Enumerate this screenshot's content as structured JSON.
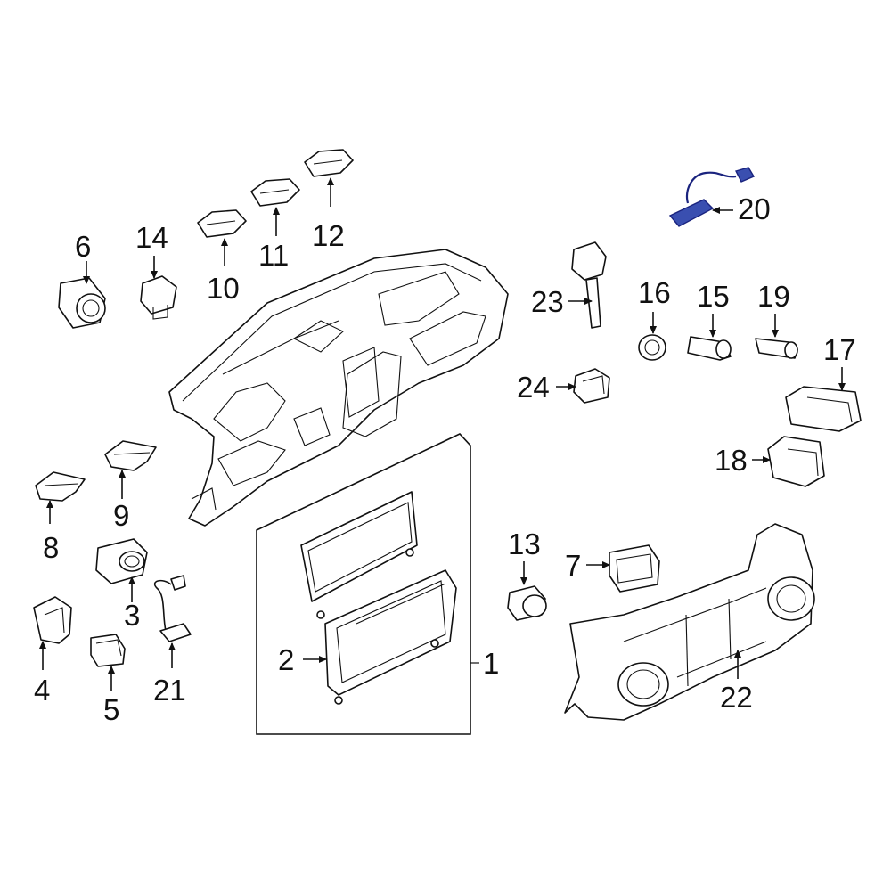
{
  "callouts": {
    "c1": "1",
    "c2": "2",
    "c3": "3",
    "c4": "4",
    "c5": "5",
    "c6": "6",
    "c7": "7",
    "c8": "8",
    "c9": "9",
    "c10": "10",
    "c11": "11",
    "c12": "12",
    "c13": "13",
    "c14": "14",
    "c15": "15",
    "c16": "16",
    "c17": "17",
    "c18": "18",
    "c19": "19",
    "c20": "20",
    "c21": "21",
    "c22": "22",
    "c23": "23",
    "c24": "24"
  },
  "highlight_color": "#3a4fb0"
}
